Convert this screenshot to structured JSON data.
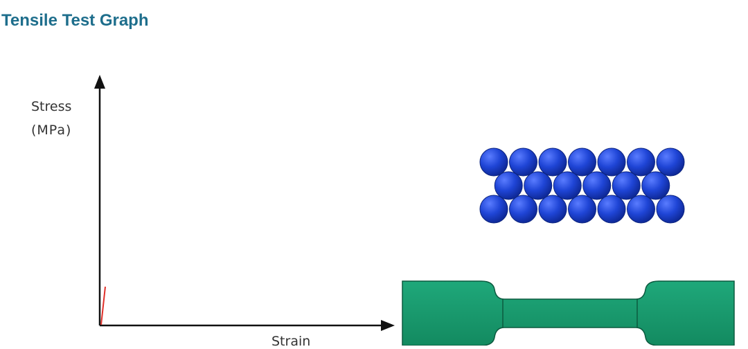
{
  "title": "Tensile Test Graph",
  "axes": {
    "y_label_line1": "Stress",
    "y_label_line2": "(MPa)",
    "x_label": "Strain"
  },
  "colors": {
    "title": "#1e6e8c",
    "axis": "#111111",
    "curve": "#e0302a",
    "atom": "#1f45d6",
    "specimen": "#17966b"
  },
  "atom_lattice": {
    "rows": [
      7,
      6,
      7
    ]
  }
}
